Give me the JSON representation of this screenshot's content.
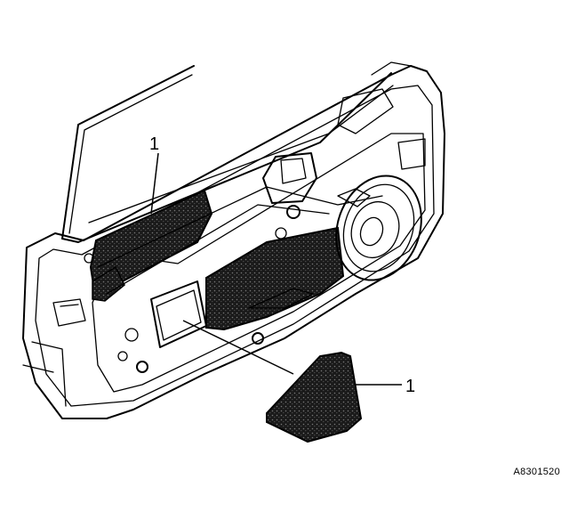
{
  "callouts": [
    {
      "label": "1",
      "target": "upper-sound-pad"
    },
    {
      "label": "1",
      "target": "removed-sound-pad"
    }
  ],
  "figure_id": "A8301520",
  "colors": {
    "ink": "#000000",
    "background": "#ffffff"
  }
}
